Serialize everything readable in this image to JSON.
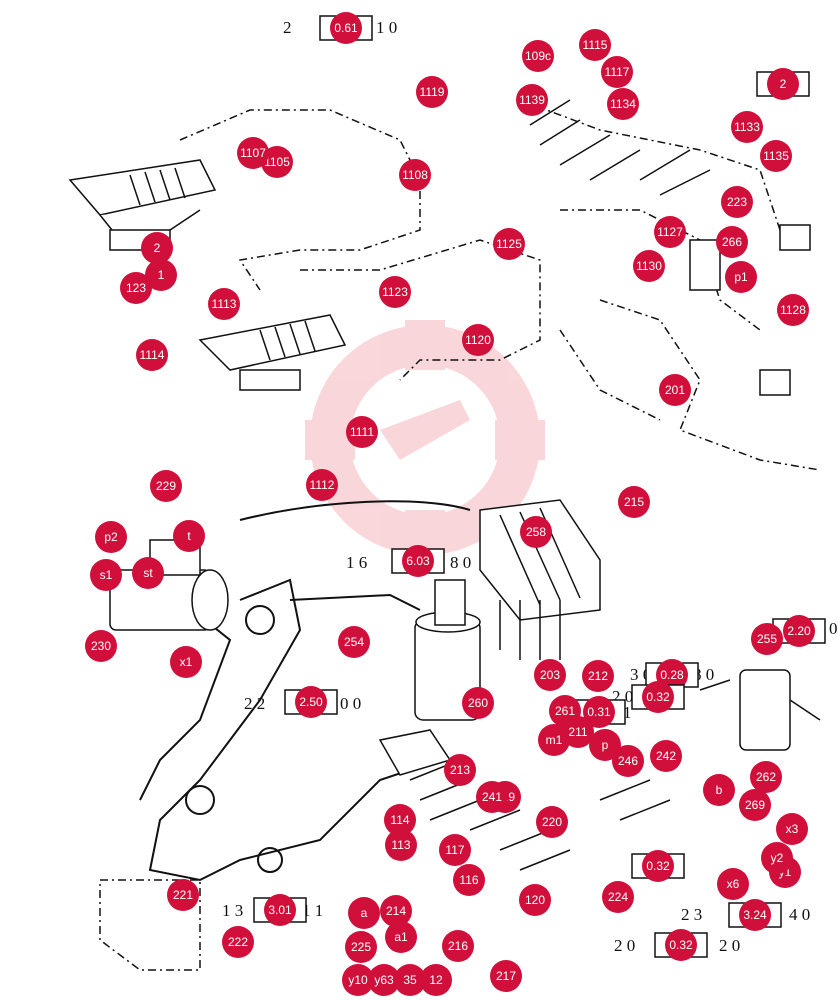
{
  "colors": {
    "badge": "#d0103a",
    "badge_text": "#ffffff",
    "line": "#111111",
    "watermark": "#e74b55"
  },
  "watermark": {
    "icon": "gear-wrench-logo-icon"
  },
  "callouts": [
    "1105",
    "1107",
    "1108",
    "1111",
    "1112",
    "1113",
    "1114",
    "1115",
    "1117",
    "1119",
    "1120",
    "1123",
    "1125",
    "1127",
    "1128",
    "1130",
    "1133",
    "1134",
    "1135",
    "1139",
    "109c",
    "113",
    "114",
    "116",
    "117",
    "120",
    "123",
    "1",
    "2",
    "p",
    "201",
    "203",
    "211",
    "212",
    "213",
    "214",
    "215",
    "216",
    "217",
    "219",
    "220",
    "221",
    "222",
    "223",
    "224",
    "225",
    "229",
    "230",
    "241",
    "242",
    "246",
    "254",
    "255",
    "258",
    "260",
    "261",
    "262",
    "266",
    "269",
    "a",
    "a1",
    "b",
    "m1",
    "p1",
    "p2",
    "s1",
    "st",
    "t",
    "x1",
    "x3",
    "x6",
    "y1",
    "y2",
    "y10",
    "y63",
    "35",
    "12"
  ],
  "reference_boxes": [
    "0.61",
    "2",
    "6.03",
    "2.50",
    "0.28",
    "0.32",
    "0.31",
    "2.20",
    "3.01",
    "3.24",
    "0.32",
    "0.32"
  ],
  "reference_texts": [
    "2",
    "1 0",
    "1 6",
    "8 0",
    "2 2",
    "0 0",
    "3 0",
    "8 0",
    "2 0",
    "1",
    "2",
    "0",
    "1 3",
    "1 1",
    "2 3",
    "4 0",
    "2 0",
    "2 0"
  ]
}
